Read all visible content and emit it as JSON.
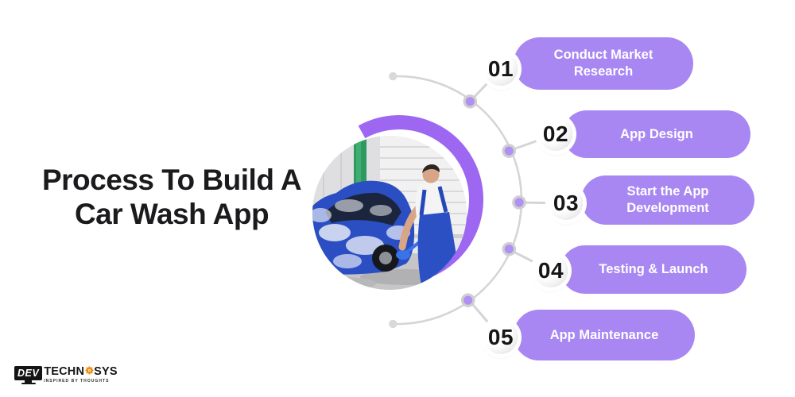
{
  "title": {
    "line1": "Process To Build A",
    "line2": "Car Wash App"
  },
  "steps": [
    {
      "number": "01",
      "label": "Conduct Market Research"
    },
    {
      "number": "02",
      "label": "App Design"
    },
    {
      "number": "03",
      "label": "Start the App Development"
    },
    {
      "number": "04",
      "label": "Testing & Launch"
    },
    {
      "number": "05",
      "label": "App Maintenance"
    }
  ],
  "photo": {
    "name": "man-washing-blue-car-photo"
  },
  "logo": {
    "monitor_text": "DEV",
    "brand_left": "TECHN",
    "brand_right": "SYS",
    "tagline": "INSPIRED BY THOUGHTS"
  },
  "colors": {
    "background": "#ffffff",
    "pill_purple": "#a887f3",
    "ring_purple": "#9d67f2",
    "node_purple": "#b190f5",
    "connector_gray": "#d5d5d5",
    "pill_text": "#ffffff",
    "number_text": "#161616",
    "title_text": "#1b1b1d",
    "logo_orange": "#f08a00"
  }
}
